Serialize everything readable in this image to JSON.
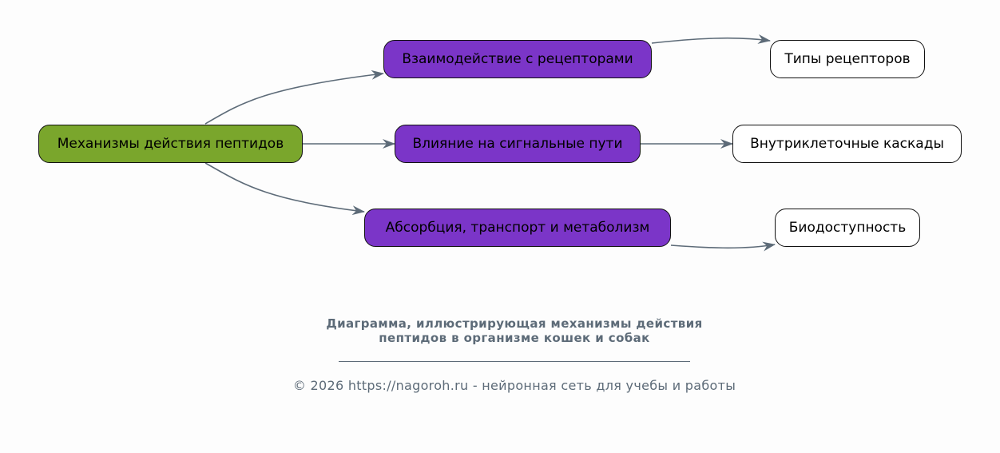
{
  "diagram": {
    "nodes": {
      "root": "Механизмы действия пептидов",
      "receptors_interaction": "Взаимодействие с рецепторами",
      "signaling_influence": "Влияние на сигнальные пути",
      "absorption": "Абсорбция, транспорт и метаболизм",
      "receptor_types": "Типы рецепторов",
      "intracellular_cascades": "Внутриклеточные каскады",
      "bioavailability": "Биодоступность"
    },
    "colors": {
      "root_fill": "#7aa62c",
      "mid_fill": "#7b35c8",
      "leaf_fill": "#ffffff",
      "edge": "#5d6b78"
    }
  },
  "caption": {
    "line1": "Диаграмма, иллюстрирующая механизмы действия",
    "line2": "пептидов в организме кошек и собак"
  },
  "footer": {
    "text": "© 2026 https://nagoroh.ru - нейронная сеть для учебы и работы"
  }
}
